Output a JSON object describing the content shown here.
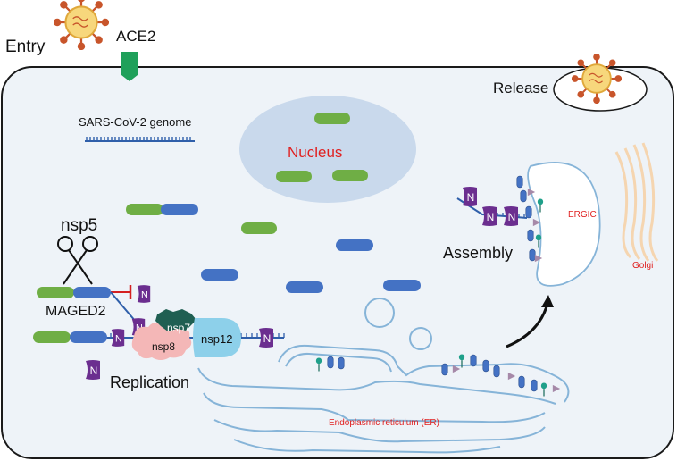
{
  "labels": {
    "entry": "Entry",
    "ace2": "ACE2",
    "release": "Release",
    "genome": "SARS-CoV-2 genome",
    "nucleus": "Nucleus",
    "nsp5": "nsp5",
    "maged2": "MAGED2",
    "nsp7": "nsp7",
    "nsp8": "nsp8",
    "nsp12": "nsp12",
    "replication": "Replication",
    "assembly": "Assembly",
    "ergic": "ERGIC",
    "golgi": "Golgi",
    "er": "Endoplasmic reticulum (ER)",
    "n_protein": "N"
  },
  "colors": {
    "cell_fill": "#eef3f8",
    "nucleus_fill": "#c9d9ec",
    "green_protein": "#6fae45",
    "blue_protein": "#4472c4",
    "n_protein": "#6b2e8f",
    "ace2": "#1fa05a",
    "nsp7": "#1f5f52",
    "nsp8": "#f4b7b7",
    "nsp12": "#8dd0ea",
    "rna": "#2f5faa",
    "red_text": "#e02020",
    "inhibit": "#d42020",
    "er_line": "#86b4d8",
    "golgi": "#f5d5b0",
    "virus_spike": "#c8552b",
    "virus_core": "#f2c14e"
  }
}
